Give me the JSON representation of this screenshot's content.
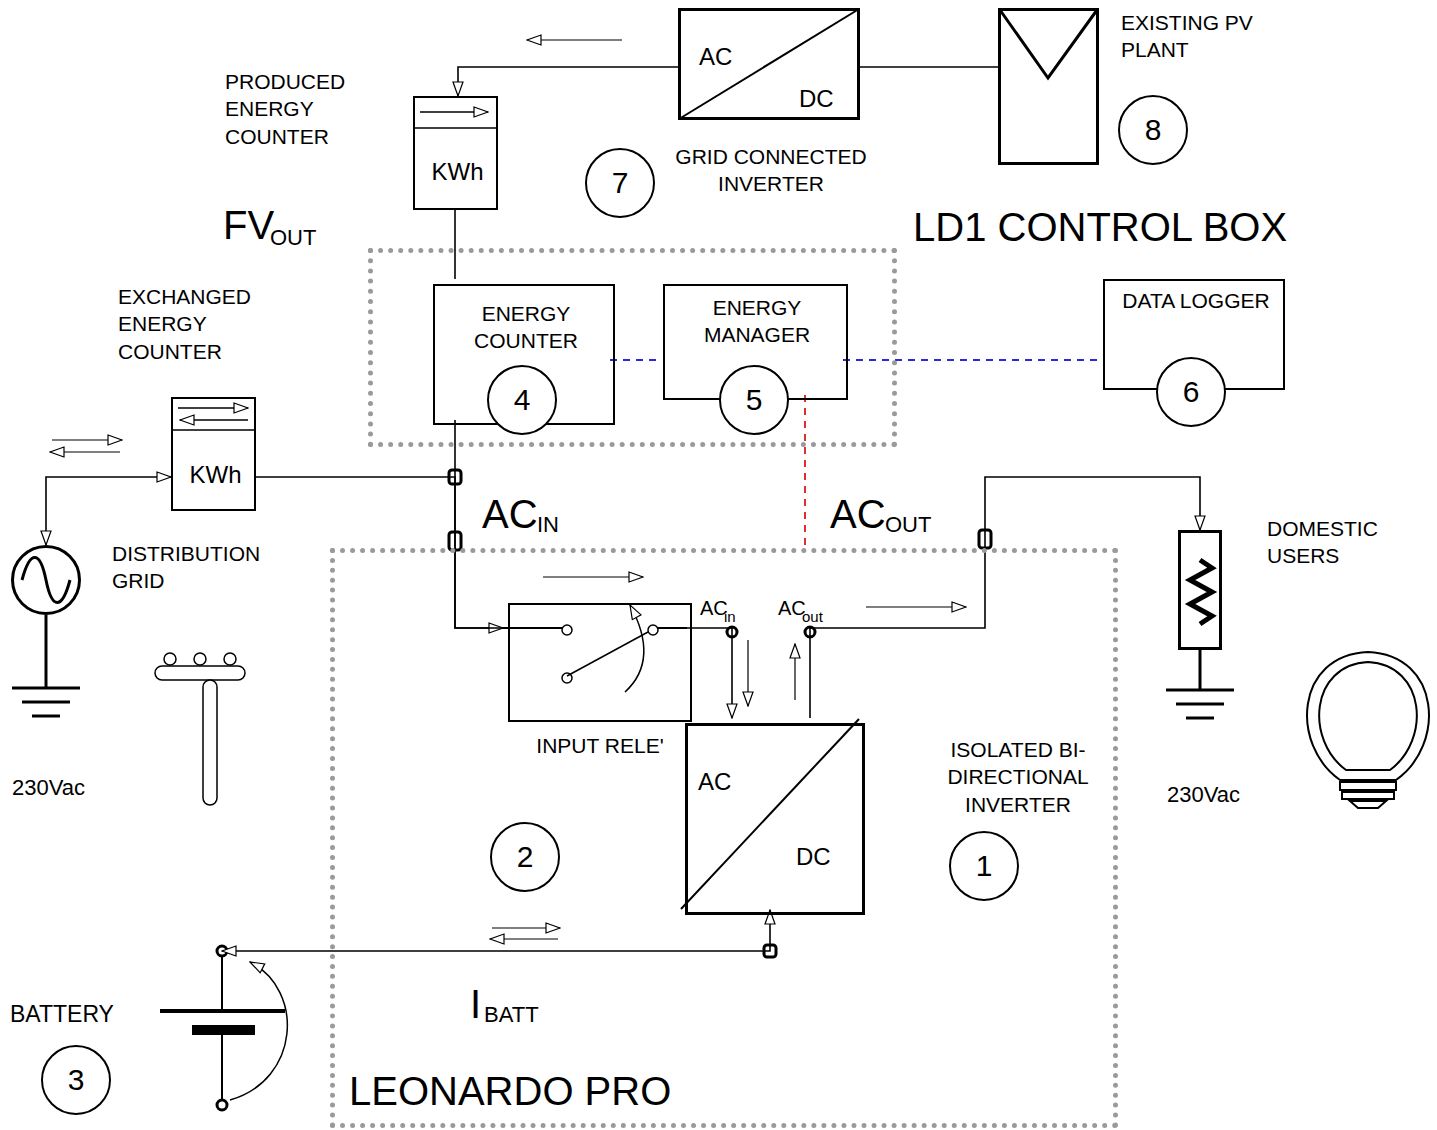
{
  "diagram": {
    "nodes": [
      {
        "text": [
          "LD1 CONTROL BOX"
        ]
      },
      {
        "text": [
          "ENERGY COUNTER",
          "4"
        ],
        "in": 0
      },
      {
        "text": [
          "ENERGY MANAGER",
          "5"
        ],
        "in": 0
      },
      {
        "text": [
          "DATA LOGGER",
          "6"
        ]
      },
      {
        "text": [
          "PRODUCED ENERGY COUNTER",
          "KWh"
        ]
      },
      {
        "text": [
          "AC",
          "DC",
          "GRID CONNECTED INVERTER"
        ]
      },
      {
        "text": [
          "EXISTING PV PLANT"
        ]
      },
      {
        "text": [
          "EXCHANGED ENERGY COUNTER",
          "KWh"
        ]
      },
      {
        "text": [
          "LEONARDO PRO"
        ]
      },
      {
        "text": [
          "INPUT RELE'"
        ],
        "in": 8
      },
      {
        "text": [
          "AC",
          "DC",
          "ISOLATED BI-DIRECTIONAL INVERTER"
        ],
        "in": 8
      },
      {
        "text": [
          "DISTRIBUTION GRID"
        ]
      },
      {
        "text": [
          "DOMESTIC USERS"
        ]
      },
      {
        "text": [
          "BATTERY"
        ]
      }
    ],
    "edges": [
      {
        "from": 5,
        "to": 4,
        "arrow": "to"
      },
      {
        "from": 6,
        "to": 5,
        "arrow": "none"
      },
      {
        "from": 4,
        "to": 1,
        "arrow": "none"
      },
      {
        "from": 11,
        "to": 7,
        "arrow": "both"
      },
      {
        "from": 7,
        "to": 9,
        "arrow": "to"
      },
      {
        "from": 1,
        "to": 9,
        "arrow": "none"
      },
      {
        "from": 1,
        "to": 2,
        "arrow": "none"
      },
      {
        "from": 2,
        "to": 3,
        "arrow": "none"
      },
      {
        "from": 2,
        "to": 8,
        "arrow": "none"
      },
      {
        "from": 9,
        "to": 10,
        "arrow": "to"
      },
      {
        "from": 10,
        "to": 12,
        "arrow": "to"
      },
      {
        "from": 13,
        "to": 10,
        "arrow": "both"
      }
    ],
    "labels": [
      "FV",
      "OUT",
      "AC",
      "IN",
      "AC",
      "OUT",
      "AC",
      "in",
      "AC",
      "out",
      "I",
      "BATT",
      "230Vac",
      "230Vac",
      "1",
      "2",
      "3",
      "7",
      "8"
    ]
  }
}
